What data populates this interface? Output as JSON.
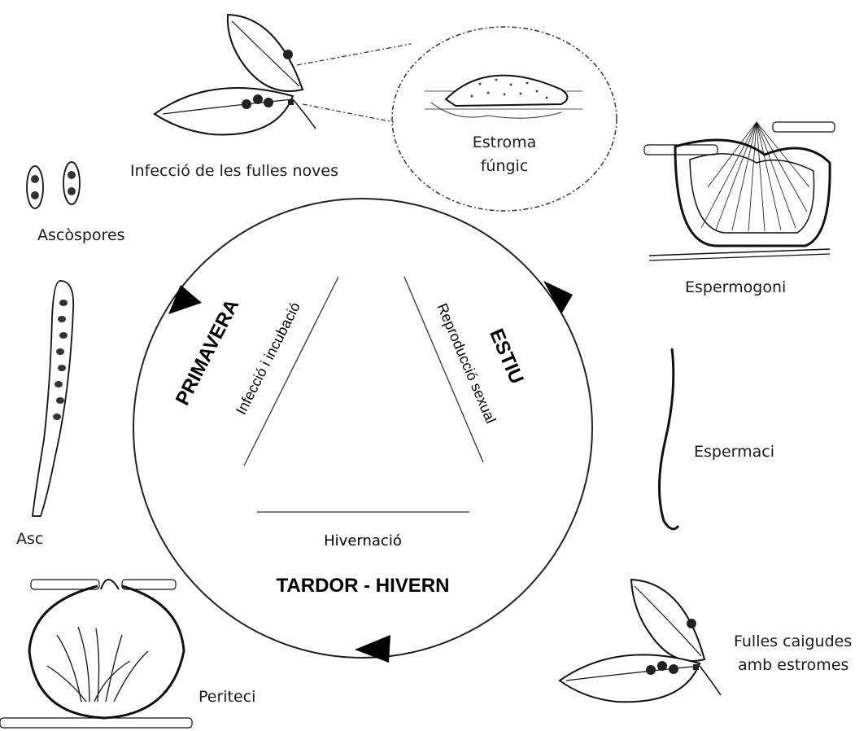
{
  "seasons": {
    "spring": {
      "title": "PRIMAVERA",
      "subtitle": "Infecció i incubació"
    },
    "summer": {
      "title": "ESTIU",
      "subtitle": "Reproducció sexual"
    },
    "autumn_winter": {
      "title": "TARDOR - HIVERN",
      "subtitle": "Hivernació"
    }
  },
  "stages": {
    "young_leaves": "Infecció de les fulles noves",
    "stroma_line1": "Estroma",
    "stroma_line2": "fúngic",
    "spermogonium": "Espermogoni",
    "spermatium": "Espermaci",
    "fallen_leaves_line1": "Fulles caigudes",
    "fallen_leaves_line2": "amb estromes",
    "perithecium": "Periteci",
    "ascus": "Asc",
    "ascospores": "Ascòspores"
  },
  "colors": {
    "ink": "#111111",
    "background": "#ffffff"
  }
}
